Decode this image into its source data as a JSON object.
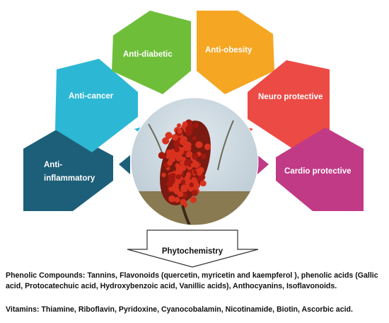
{
  "colors": {
    "anti_inflammatory": "#1d5f78",
    "anti_cancer": "#2cb8d4",
    "anti_diabetic": "#6fbe3a",
    "anti_obesity": "#f5a623",
    "neuro_protective": "#ec4a45",
    "cardio_protective": "#c03a86"
  },
  "petals": [
    {
      "id": "anti-inflammatory",
      "lines": [
        "Anti-",
        "inflammatory"
      ]
    },
    {
      "id": "anti-cancer",
      "lines": [
        "Anti-cancer"
      ]
    },
    {
      "id": "anti-diabetic",
      "lines": [
        "Anti-diabetic"
      ]
    },
    {
      "id": "anti-obesity",
      "lines": [
        "Anti-obesity"
      ]
    },
    {
      "id": "neuro-protective",
      "lines": [
        "Neuro protective"
      ]
    },
    {
      "id": "cardio-protective",
      "lines": [
        "Cardio protective"
      ]
    }
  ],
  "center_image": "photo of sumac plant with red berry clusters",
  "arrow_label": "Phytochemistry",
  "phenolic_text": "Phenolic Compounds: Tannins, Flavonoids (quercetin, myricetin and kaempferol ), phenolic acids (Gallic acid, Protocatechuic acid, Hydroxybenzoic acid, Vanillic acids), Anthocyanins, Isoflavonoids.",
  "vitamins_text": "Vitamins: Thiamine, Riboflavin, Pyridoxine, Cyanocobalamin, Nicotinamide, Biotin, Ascorbic acid."
}
